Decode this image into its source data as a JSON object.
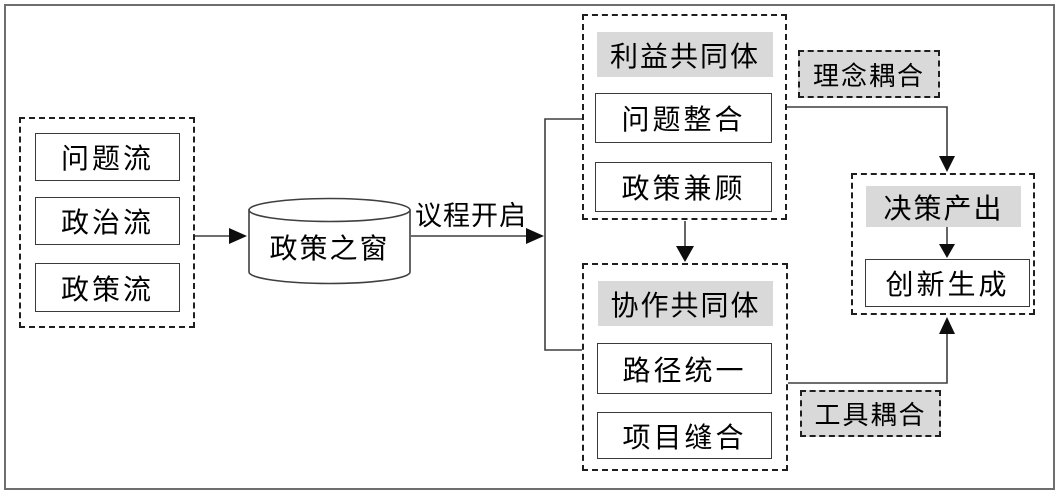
{
  "figure": {
    "streams": {
      "box1": "问题流",
      "box2": "政治流",
      "box3": "政策流"
    },
    "policy_window": "政策之窗",
    "agenda_open": "议程开启",
    "interest_community": {
      "header": "利益共同体",
      "item1": "问题整合",
      "item2": "政策兼顾"
    },
    "collaboration_community": {
      "header": "协作共同体",
      "item1": "路径统一",
      "item2": "项目缝合"
    },
    "idea_coupling": "理念耦合",
    "tool_coupling": "工具耦合",
    "decision_output": {
      "header": "决策产出",
      "item1": "创新生成"
    }
  },
  "colors": {
    "header_fill": "#d9d9d9",
    "coupling_fill": "#d9d9d9",
    "line_color": "#3f3f3f",
    "arrow_color": "#0d0d0d",
    "dash_border": "#1f1f1f",
    "box_border": "#3a3a3a",
    "frame_border": "#6e6e6e"
  }
}
